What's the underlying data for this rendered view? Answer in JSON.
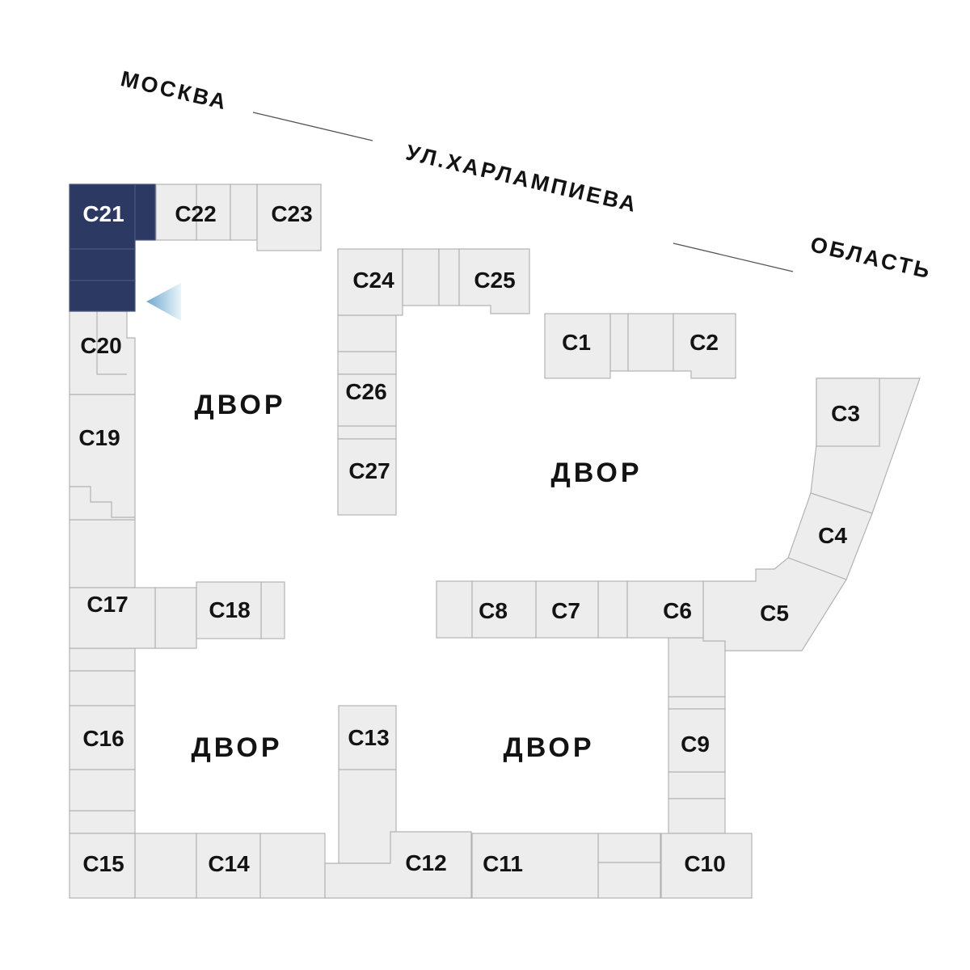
{
  "streets": {
    "left": "МОСКВА",
    "middle": "УЛ.ХАРЛАМПИЕВА",
    "right": "ОБЛАСТЬ"
  },
  "courtyards": {
    "top_left": "ДВОР",
    "top_right": "ДВОР",
    "bottom_left": "ДВОР",
    "bottom_right": "ДВОР"
  },
  "selected_block": "С21",
  "blocks": {
    "c1": {
      "label": "С1"
    },
    "c2": {
      "label": "С2"
    },
    "c3": {
      "label": "С3"
    },
    "c4": {
      "label": "С4"
    },
    "c5": {
      "label": "С5"
    },
    "c6": {
      "label": "С6"
    },
    "c7": {
      "label": "С7"
    },
    "c8": {
      "label": "С8"
    },
    "c9": {
      "label": "С9"
    },
    "c10": {
      "label": "С10"
    },
    "c11": {
      "label": "С11"
    },
    "c12": {
      "label": "С12"
    },
    "c13": {
      "label": "С13"
    },
    "c14": {
      "label": "С14"
    },
    "c15": {
      "label": "С15"
    },
    "c16": {
      "label": "С16"
    },
    "c17": {
      "label": "С17"
    },
    "c18": {
      "label": "С18"
    },
    "c19": {
      "label": "С19"
    },
    "c20": {
      "label": "С20"
    },
    "c21": {
      "label": "С21"
    },
    "c22": {
      "label": "С22"
    },
    "c23": {
      "label": "С23"
    },
    "c24": {
      "label": "С24"
    },
    "c25": {
      "label": "С25"
    },
    "c26": {
      "label": "С26"
    },
    "c27": {
      "label": "С27"
    }
  },
  "colors": {
    "background": "#FFFFFF",
    "block_fill": "#EDEDED",
    "block_stroke": "#B3B3B3",
    "highlight_fill": "#2B3963",
    "highlight_stroke": "#4A5680",
    "label_color": "#131313",
    "selected_label_color": "#FFFFFF",
    "arrow_start": "#6FA8CE",
    "arrow_end": "#EAF5FA"
  }
}
